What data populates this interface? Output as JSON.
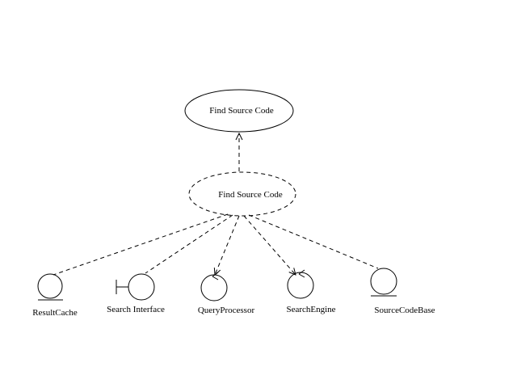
{
  "use_case": {
    "label": "Find Source Code"
  },
  "collaboration": {
    "label": "Find Source Code"
  },
  "classes": [
    {
      "name": "ResultCache",
      "stereotype": "entity"
    },
    {
      "name": "Search Interface",
      "stereotype": "boundary"
    },
    {
      "name": "QueryProcessor",
      "stereotype": "control"
    },
    {
      "name": "SearchEngine",
      "stereotype": "control"
    },
    {
      "name": "SourceCodeBase",
      "stereotype": "entity"
    }
  ]
}
